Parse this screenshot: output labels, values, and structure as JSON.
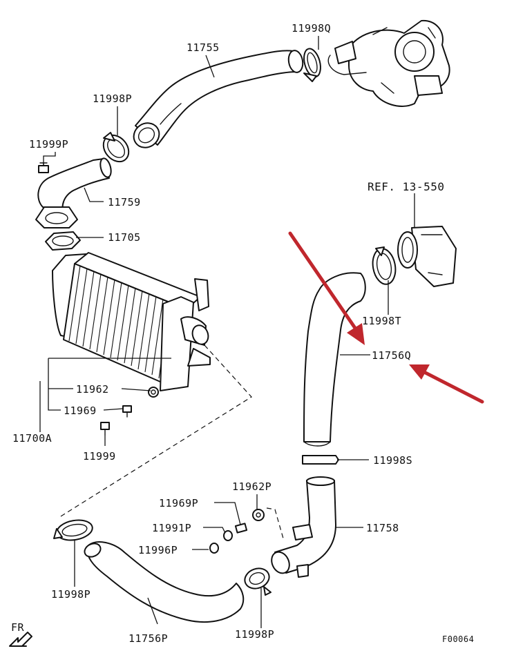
{
  "diagram": {
    "accent_color": "#c0272d",
    "labels": {
      "11998Q": "11998Q",
      "11755": "11755",
      "11998P_top": "11998P",
      "11999P": "11999P",
      "11759": "11759",
      "11705": "11705",
      "REF": "REF. 13-550",
      "11998T": "11998T",
      "11756Q": "11756Q",
      "11962": "11962",
      "11969": "11969",
      "11700A": "11700A",
      "11999": "11999",
      "11998S": "11998S",
      "11962P": "11962P",
      "11969P": "11969P",
      "11991P": "11991P",
      "11996P": "11996P",
      "11758": "11758",
      "11998P_left": "11998P",
      "11998P_bottom": "11998P",
      "11756P": "11756P",
      "FR": "FR",
      "code": "F00064"
    },
    "icons": [
      "front-direction-arrow-icon",
      "red-pointer-arrow-icon"
    ]
  }
}
